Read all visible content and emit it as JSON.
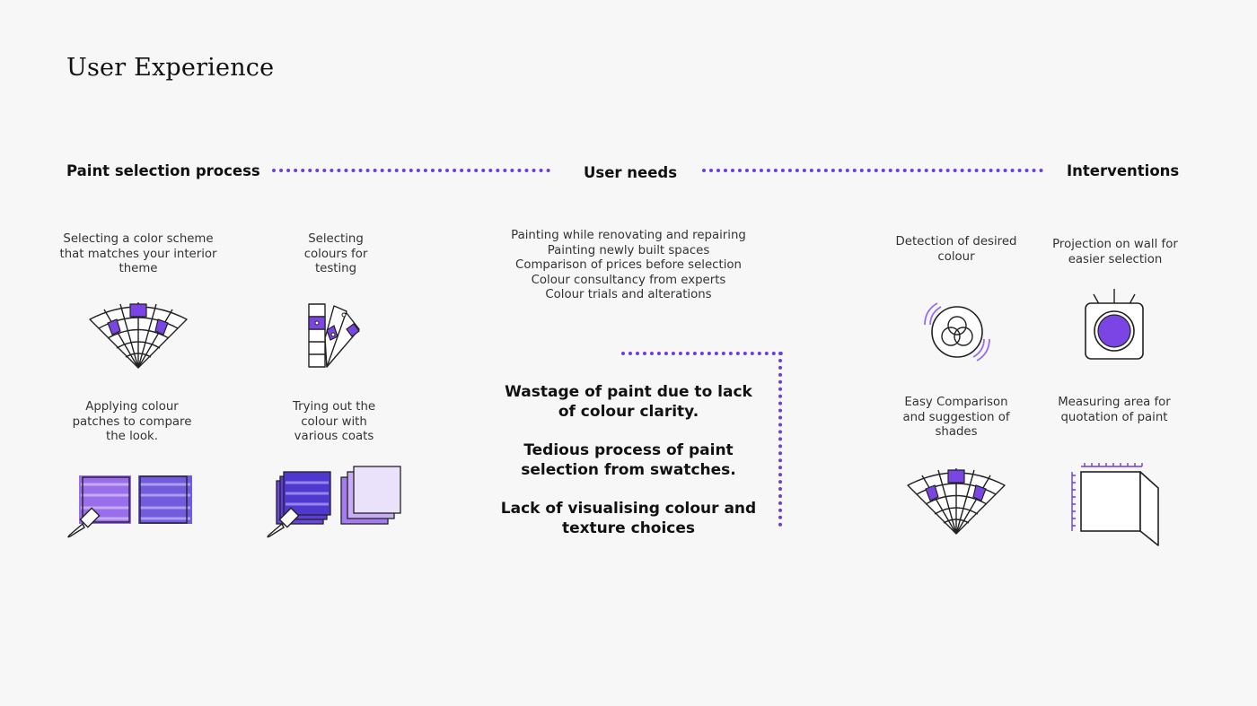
{
  "title": "User Experience",
  "headings": {
    "paint_selection": "Paint selection process",
    "user_needs": "User needs",
    "interventions": "Interventions"
  },
  "process_steps": [
    {
      "caption": "Selecting a color scheme that matches your interior theme",
      "icon": "swatch-fan-icon"
    },
    {
      "caption": "Selecting colours for testing",
      "icon": "swatch-strip-icon"
    },
    {
      "caption": "Applying colour patches to compare the look.",
      "icon": "paint-patches-icon"
    },
    {
      "caption": "Trying out the colour with various coats",
      "icon": "layered-coats-icon"
    }
  ],
  "user_needs": [
    "Painting while renovating and repairing",
    "Painting newly built spaces",
    "Comparison of prices before selection",
    "Colour consultancy from experts",
    "Colour trials and alterations"
  ],
  "problems": [
    "Wastage of paint due to lack of colour clarity.",
    "Tedious process of paint selection from swatches.",
    "Lack of visualising colour and texture choices"
  ],
  "interventions": [
    {
      "caption": "Detection of desired colour",
      "icon": "colour-detection-icon"
    },
    {
      "caption": "Projection on wall for easier selection",
      "icon": "projector-icon"
    },
    {
      "caption": "Easy Comparison and suggestion of shades",
      "icon": "swatch-fan-icon"
    },
    {
      "caption": "Measuring area for quotation of paint",
      "icon": "measure-area-icon"
    }
  ],
  "colors": {
    "accent": "#7b45e6",
    "accent_light": "#a57cf0",
    "dots": "#6b3fe0"
  }
}
